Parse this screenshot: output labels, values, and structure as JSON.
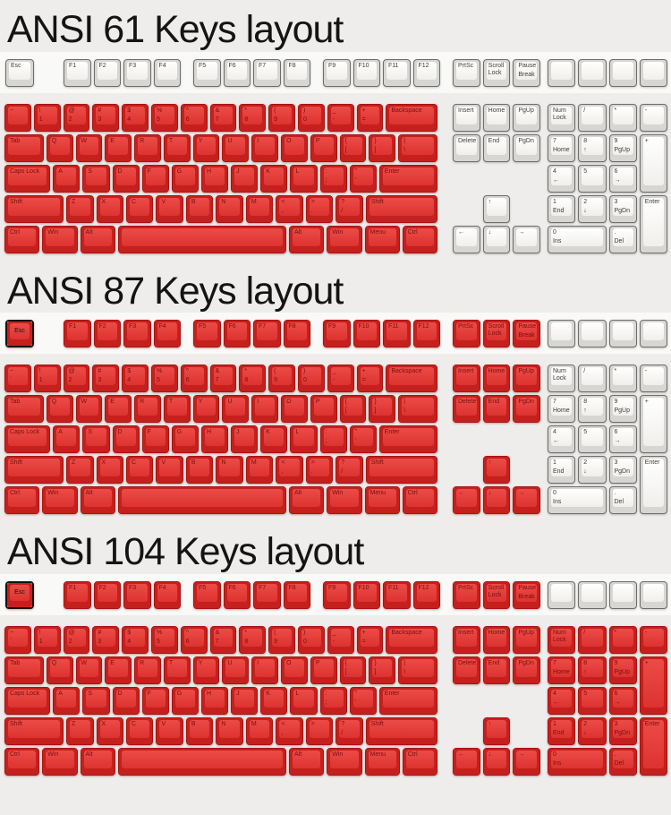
{
  "colors": {
    "red_key": "#c5201d",
    "red_cap_top": "#ec4b47",
    "red_cap_bot": "#dd3330",
    "white_key": "#d7d6d3",
    "white_cap_top": "#ffffff",
    "white_cap_bot": "#f0efec",
    "label_red": "#771010",
    "label_dark": "#3d3d3d",
    "background": "#eeedeb"
  },
  "sections": [
    {
      "title": "ANSI 61 Keys layout",
      "red_groups": {
        "main": true
      }
    },
    {
      "title": "ANSI 87 Keys layout",
      "red_groups": {
        "main": true,
        "fn": true,
        "nav": true
      }
    },
    {
      "title": "ANSI 104 Keys layout",
      "red_groups": {
        "main": true,
        "fn": true,
        "nav": true,
        "numpad": true
      }
    }
  ],
  "keyboard": {
    "fn_groups": [
      {
        "pos": "esc",
        "group": "fn",
        "keys": [
          {
            "n": "esc",
            "t": "Esc",
            "esc": true
          }
        ]
      },
      {
        "pos": "f1",
        "group": "fn",
        "keys": [
          {
            "n": "f1",
            "t": "F1"
          },
          {
            "n": "f2",
            "t": "F2"
          },
          {
            "n": "f3",
            "t": "F3"
          },
          {
            "n": "f4",
            "t": "F4"
          }
        ]
      },
      {
        "pos": "f2",
        "group": "fn",
        "keys": [
          {
            "n": "f5",
            "t": "F5"
          },
          {
            "n": "f6",
            "t": "F6"
          },
          {
            "n": "f7",
            "t": "F7"
          },
          {
            "n": "f8",
            "t": "F8"
          }
        ]
      },
      {
        "pos": "f3",
        "group": "fn",
        "keys": [
          {
            "n": "f9",
            "t": "F9"
          },
          {
            "n": "f10",
            "t": "F10"
          },
          {
            "n": "f11",
            "t": "F11"
          },
          {
            "n": "f12",
            "t": "F12"
          }
        ]
      },
      {
        "pos": "sys",
        "group": "fn",
        "keys": [
          {
            "n": "prtsc",
            "t": "PrtSc"
          },
          {
            "n": "scroll-lock",
            "t": "Scroll",
            "t2": "Lock"
          },
          {
            "n": "pause-break",
            "t": "Pause",
            "b": "Break"
          }
        ]
      },
      {
        "pos": "blank",
        "group": "blank",
        "keys": [
          {
            "n": "blank"
          },
          {
            "n": "blank"
          },
          {
            "n": "blank"
          },
          {
            "n": "blank"
          }
        ]
      }
    ],
    "main_rows": [
      [
        {
          "n": "backtick",
          "t": "~",
          "b": "`"
        },
        {
          "n": "1",
          "t": "!",
          "b": "1"
        },
        {
          "n": "2",
          "t": "@",
          "b": "2"
        },
        {
          "n": "3",
          "t": "#",
          "b": "3"
        },
        {
          "n": "4",
          "t": "$",
          "b": "4"
        },
        {
          "n": "5",
          "t": "%",
          "b": "5"
        },
        {
          "n": "6",
          "t": "^",
          "b": "6"
        },
        {
          "n": "7",
          "t": "&",
          "b": "7"
        },
        {
          "n": "8",
          "t": "*",
          "b": "8"
        },
        {
          "n": "9",
          "t": "(",
          "b": "9"
        },
        {
          "n": "0",
          "t": ")",
          "b": "0"
        },
        {
          "n": "minus",
          "t": "_",
          "b": "-"
        },
        {
          "n": "equals",
          "t": "+",
          "b": "="
        },
        {
          "n": "backspace",
          "t": "Backspace",
          "w": 2
        }
      ],
      [
        {
          "n": "tab",
          "t": "Tab",
          "w": 1.5
        },
        {
          "n": "q",
          "t": "Q"
        },
        {
          "n": "w",
          "t": "W"
        },
        {
          "n": "e",
          "t": "E"
        },
        {
          "n": "r",
          "t": "R"
        },
        {
          "n": "t",
          "t": "T"
        },
        {
          "n": "y",
          "t": "Y"
        },
        {
          "n": "u",
          "t": "U"
        },
        {
          "n": "i",
          "t": "I"
        },
        {
          "n": "o",
          "t": "O"
        },
        {
          "n": "p",
          "t": "P"
        },
        {
          "n": "lbracket",
          "t": "{",
          "b": "["
        },
        {
          "n": "rbracket",
          "t": "}",
          "b": "]"
        },
        {
          "n": "backslash",
          "t": "|",
          "b": "\\",
          "w": 1.5
        }
      ],
      [
        {
          "n": "caps-lock",
          "t": "Caps Lock",
          "w": 1.75
        },
        {
          "n": "a",
          "t": "A"
        },
        {
          "n": "s",
          "t": "S"
        },
        {
          "n": "d",
          "t": "D"
        },
        {
          "n": "f",
          "t": "F"
        },
        {
          "n": "g",
          "t": "G"
        },
        {
          "n": "h",
          "t": "H"
        },
        {
          "n": "j",
          "t": "J"
        },
        {
          "n": "k",
          "t": "K"
        },
        {
          "n": "l",
          "t": "L"
        },
        {
          "n": "semicolon",
          "t": ":",
          "b": ";"
        },
        {
          "n": "quote",
          "t": "\"",
          "b": "'"
        },
        {
          "n": "enter",
          "t": "Enter",
          "w": 2.25
        }
      ],
      [
        {
          "n": "left-shift",
          "t": "Shift",
          "w": 2.25
        },
        {
          "n": "z",
          "t": "Z"
        },
        {
          "n": "x",
          "t": "X"
        },
        {
          "n": "c",
          "t": "C"
        },
        {
          "n": "v",
          "t": "V"
        },
        {
          "n": "b",
          "t": "B"
        },
        {
          "n": "n",
          "t": "N"
        },
        {
          "n": "m",
          "t": "M"
        },
        {
          "n": "comma",
          "t": "<",
          "b": ","
        },
        {
          "n": "period",
          "t": ">",
          "b": "."
        },
        {
          "n": "slash",
          "t": "?",
          "b": "/"
        },
        {
          "n": "right-shift",
          "t": "Shift",
          "w": 2.75
        }
      ],
      [
        {
          "n": "left-ctrl",
          "t": "Ctrl",
          "w": 1.25
        },
        {
          "n": "left-win",
          "t": "Win",
          "w": 1.25
        },
        {
          "n": "left-alt",
          "t": "Alt",
          "w": 1.25
        },
        {
          "n": "space",
          "t": "",
          "w": 6.25
        },
        {
          "n": "right-alt",
          "t": "Alt",
          "w": 1.25
        },
        {
          "n": "right-win",
          "t": "Win",
          "w": 1.25
        },
        {
          "n": "menu",
          "t": "Menu",
          "w": 1.25
        },
        {
          "n": "right-ctrl",
          "t": "Ctrl",
          "w": 1.25
        }
      ]
    ],
    "nav_grid": [
      [
        {
          "n": "insert",
          "t": "Insert"
        },
        {
          "n": "home",
          "t": "Home"
        },
        {
          "n": "pgup",
          "t": "PgUp"
        }
      ],
      [
        {
          "n": "delete",
          "t": "Delete"
        },
        {
          "n": "end",
          "t": "End"
        },
        {
          "n": "pgdn",
          "t": "PgDn"
        }
      ],
      [
        null,
        null,
        null
      ],
      [
        null,
        {
          "n": "arrow-up",
          "t": "↑"
        },
        null
      ],
      [
        {
          "n": "arrow-left",
          "t": "←"
        },
        {
          "n": "arrow-down",
          "t": "↓"
        },
        {
          "n": "arrow-right",
          "t": "→"
        }
      ]
    ],
    "numpad": [
      {
        "n": "num-lock",
        "t": "Num",
        "t2": "Lock"
      },
      {
        "n": "num-divide",
        "t": "/"
      },
      {
        "n": "num-multiply",
        "t": "*"
      },
      {
        "n": "num-minus",
        "t": "-"
      },
      {
        "n": "num-7",
        "t": "7",
        "b": "Home"
      },
      {
        "n": "num-8",
        "t": "8",
        "b": "↑"
      },
      {
        "n": "num-9",
        "t": "9",
        "b": "PgUp"
      },
      {
        "n": "num-plus",
        "t": "+",
        "rows": 2
      },
      {
        "n": "num-4",
        "t": "4",
        "b": "←"
      },
      {
        "n": "num-5",
        "t": "5"
      },
      {
        "n": "num-6",
        "t": "6",
        "b": "→"
      },
      {
        "n": "num-1",
        "t": "1",
        "b": "End"
      },
      {
        "n": "num-2",
        "t": "2",
        "b": "↓"
      },
      {
        "n": "num-3",
        "t": "3",
        "b": "PgDn"
      },
      {
        "n": "num-enter",
        "t": "Enter",
        "rows": 2
      },
      {
        "n": "num-0",
        "t": "0",
        "b": "Ins",
        "cols": 2
      },
      {
        "n": "num-dot",
        "t": ".",
        "b": "Del"
      }
    ]
  }
}
